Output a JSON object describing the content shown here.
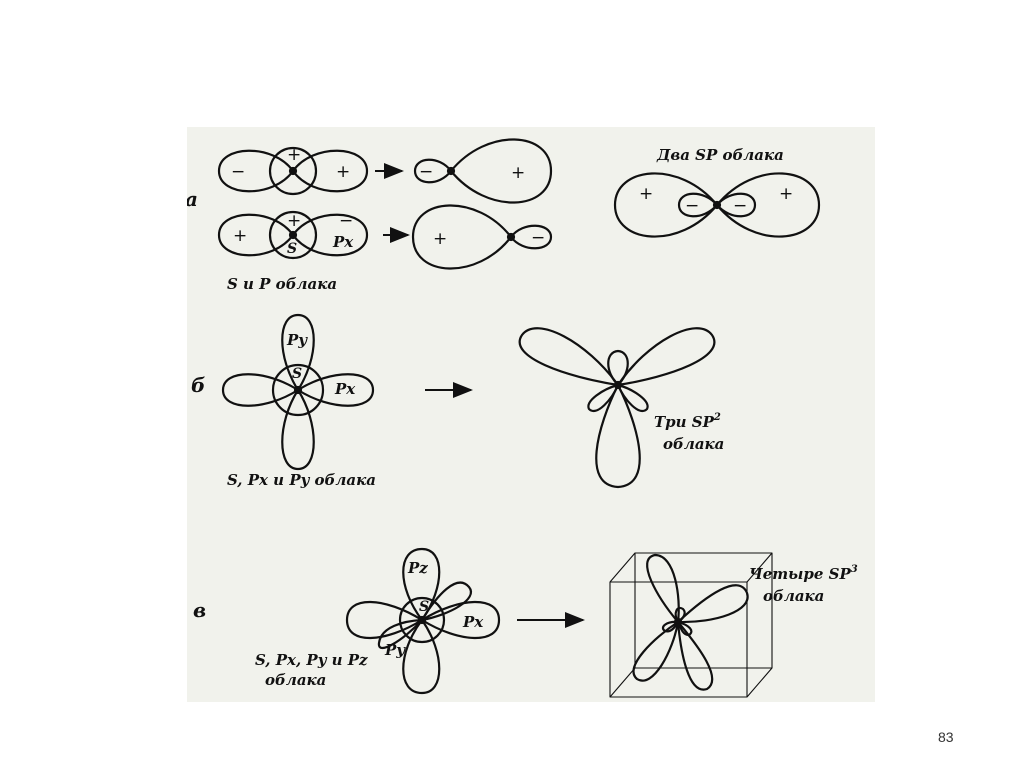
{
  "rows": {
    "a": {
      "letter": "а",
      "signs_s_top": [
        "−",
        "+",
        "+"
      ],
      "signs_sp_top": [
        "−",
        "+"
      ],
      "signs_s_bottom": [
        "+",
        "+",
        "−"
      ],
      "s_letter": "S",
      "px_letter": "Px",
      "signs_sp_bottom": [
        "+",
        "−"
      ],
      "caption": "S и P облака",
      "result_title": "Два SP облака",
      "result_signs": [
        "+",
        "−",
        "−",
        "+"
      ]
    },
    "b": {
      "letter": "б",
      "py_letter": "Py",
      "s_letter": "S",
      "px_letter": "Px",
      "caption": "S, Px и Py облака",
      "result_line1": "Три SP",
      "result_sup": "2",
      "result_line2": "облака"
    },
    "v": {
      "letter": "в",
      "pz_letter": "Pz",
      "s_letter": "S",
      "px_letter": "Px",
      "py_letter": "Py",
      "caption_line1": "S, Px, Py и Pz",
      "caption_line2": "облака",
      "result_line1": "Четыре SP",
      "result_sup": "3",
      "result_line2": "облака"
    }
  },
  "page_number": "83"
}
